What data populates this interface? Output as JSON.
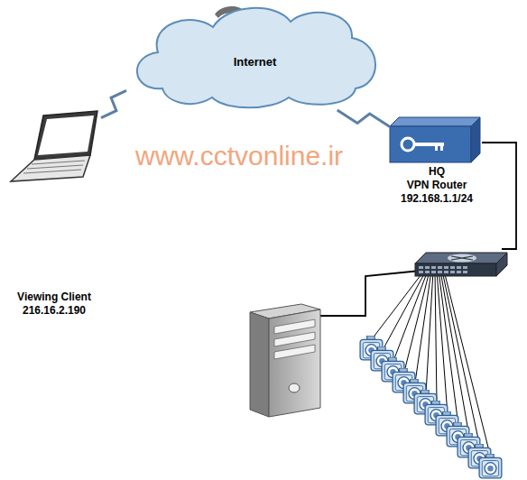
{
  "diagram": {
    "nodes": [
      {
        "text": [
          "Internet"
        ]
      },
      {
        "text": [
          "Viewing Client",
          "216.16.2.190"
        ]
      },
      {
        "text": [
          "HQ",
          "VPN Router",
          "192.168.1.1/24"
        ]
      }
    ],
    "edges": [
      {
        "from": 1,
        "to": 0,
        "arrow": "none"
      },
      {
        "from": 0,
        "to": 2,
        "arrow": "none"
      }
    ],
    "labels": [
      "www.cctvonline.ir"
    ]
  }
}
